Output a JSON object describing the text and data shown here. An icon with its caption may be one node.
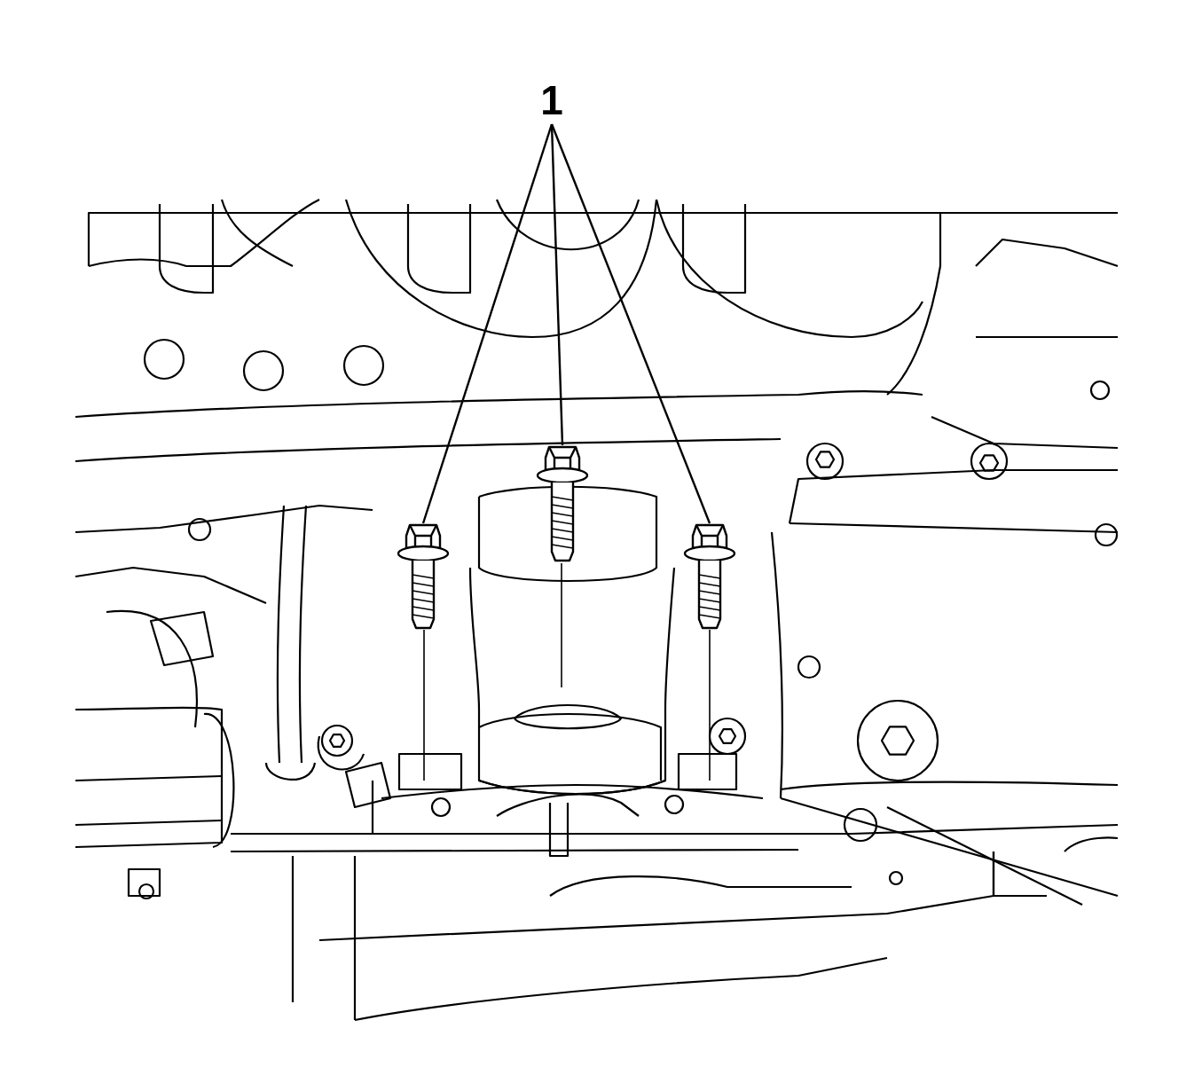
{
  "diagram": {
    "nodes": [
      {
        "text": [
          "1"
        ]
      },
      {
        "text": [],
        "shape": "bolt"
      },
      {
        "text": [],
        "shape": "bolt"
      },
      {
        "text": [],
        "shape": "bolt"
      }
    ],
    "edges": [
      {
        "from": 0,
        "to": 1,
        "arrow": "none"
      },
      {
        "from": 0,
        "to": 2,
        "arrow": "none"
      },
      {
        "from": 0,
        "to": 3,
        "arrow": "none"
      }
    ]
  }
}
